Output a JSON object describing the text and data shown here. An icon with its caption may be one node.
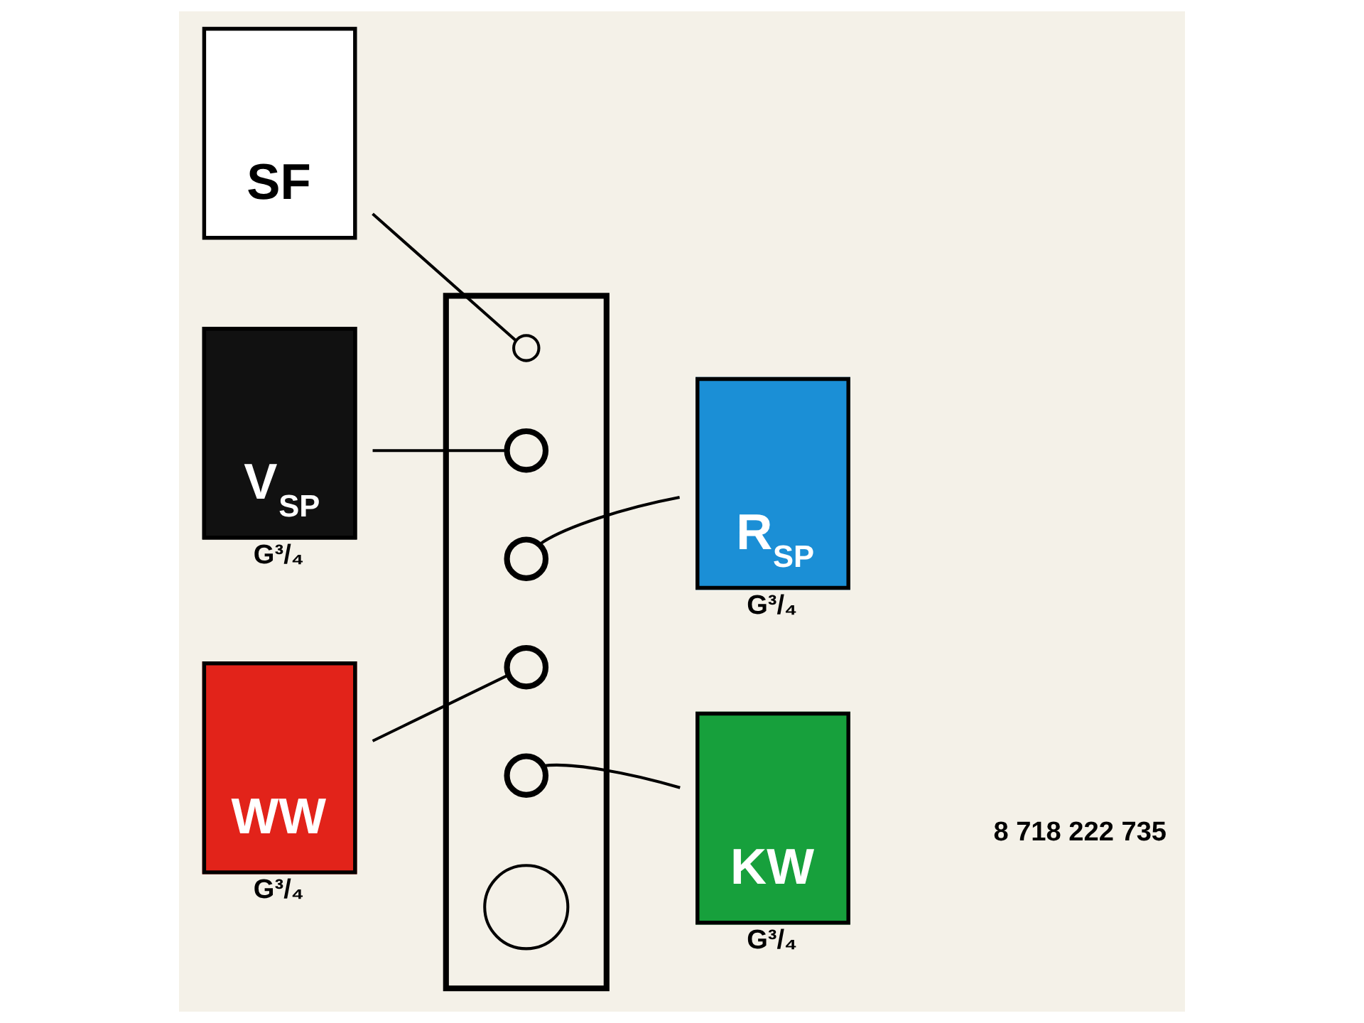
{
  "diagram": {
    "nodes": [
      {
        "text": [],
        "shape": "box"
      },
      {
        "text": [
          "SF"
        ]
      },
      {
        "text": [
          "V$_{SP}$"
        ],
        "beside": [
          "G³/₄"
        ]
      },
      {
        "text": [
          "R$_{SP}$"
        ],
        "beside": [
          "G³/₄"
        ]
      },
      {
        "text": [
          "WW"
        ],
        "beside": [
          "G³/₄"
        ]
      },
      {
        "text": [
          "KW"
        ],
        "beside": [
          "G³/₄"
        ]
      },
      {
        "text": [],
        "shape": "circle",
        "in": 0
      },
      {
        "text": [],
        "shape": "circle",
        "in": 0
      },
      {
        "text": [],
        "shape": "circle",
        "in": 0
      },
      {
        "text": [],
        "shape": "circle",
        "in": 0
      },
      {
        "text": [],
        "shape": "circle",
        "in": 0
      },
      {
        "text": [],
        "shape": "circle",
        "in": 0
      }
    ],
    "edges": [
      {
        "from": 1,
        "to": 6,
        "arrow": "none"
      },
      {
        "from": 2,
        "to": 7,
        "arrow": "none"
      },
      {
        "from": 3,
        "to": 8,
        "arrow": "none"
      },
      {
        "from": 4,
        "to": 9,
        "arrow": "none"
      },
      {
        "from": 5,
        "to": 10,
        "arrow": "none"
      }
    ],
    "labels": [
      "8 718 222 735"
    ]
  }
}
